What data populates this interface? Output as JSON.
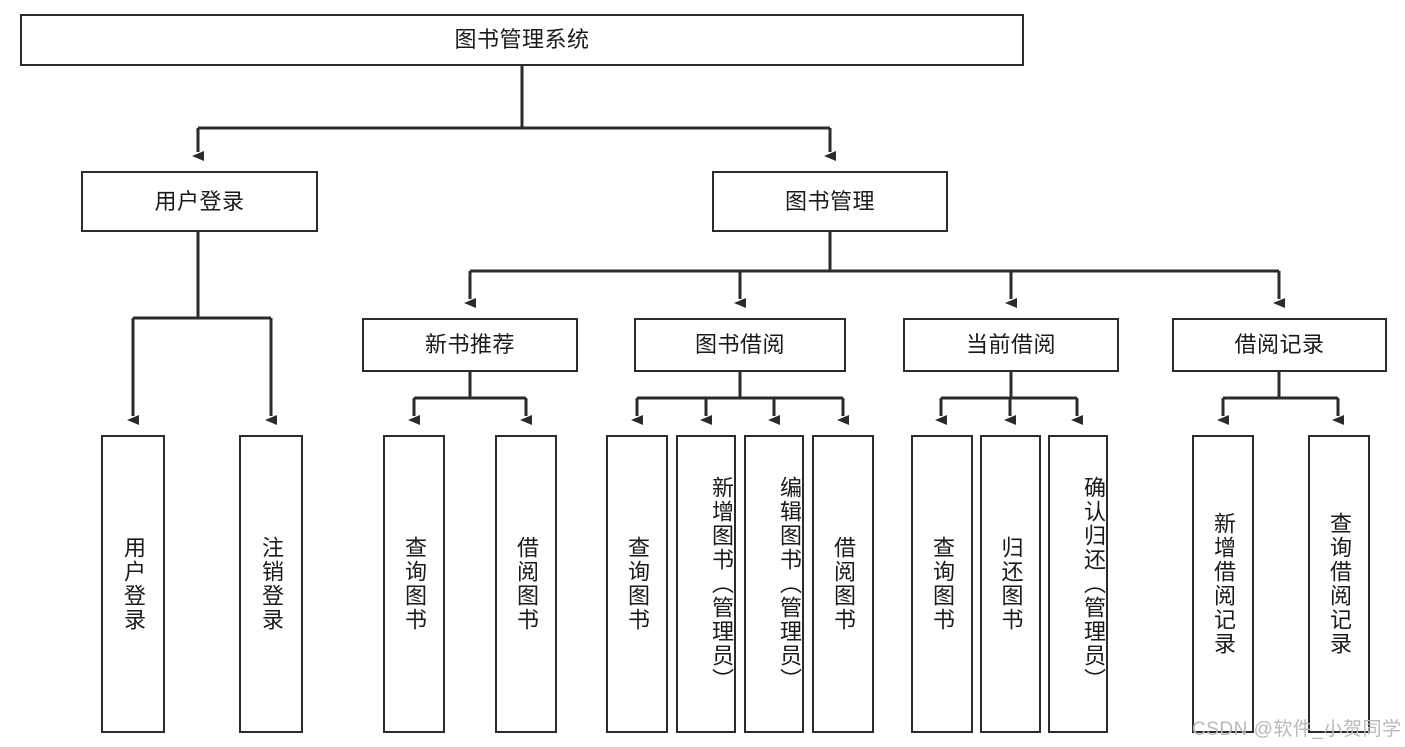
{
  "diagram": {
    "type": "tree",
    "title": "图书管理系统",
    "root": {
      "id": "root",
      "label": "图书管理系统"
    },
    "level2": [
      {
        "id": "user-login",
        "label": "用户登录"
      },
      {
        "id": "book-manage",
        "label": "图书管理"
      }
    ],
    "level3": [
      {
        "id": "new-book-rec",
        "label": "新书推荐"
      },
      {
        "id": "book-borrow",
        "label": "图书借阅"
      },
      {
        "id": "current-borrow",
        "label": "当前借阅"
      },
      {
        "id": "borrow-record",
        "label": "借阅记录"
      }
    ],
    "leaves": {
      "user_login": [
        {
          "id": "leaf-user-login",
          "label": "用户登录"
        },
        {
          "id": "leaf-logout",
          "label": "注销登录"
        }
      ],
      "new_book_rec": [
        {
          "id": "leaf-query-book-1",
          "label": "查询图书"
        },
        {
          "id": "leaf-borrow-book-1",
          "label": "借阅图书"
        }
      ],
      "book_borrow": [
        {
          "id": "leaf-query-book-2",
          "label": "查询图书"
        },
        {
          "id": "leaf-add-book",
          "label": "新增图书（管理员）"
        },
        {
          "id": "leaf-edit-book",
          "label": "编辑图书（管理员）"
        },
        {
          "id": "leaf-borrow-book-2",
          "label": "借阅图书"
        }
      ],
      "current_borrow": [
        {
          "id": "leaf-query-book-3",
          "label": "查询图书"
        },
        {
          "id": "leaf-return-book",
          "label": "归还图书"
        },
        {
          "id": "leaf-confirm-return",
          "label": "确认归还（管理员）"
        }
      ],
      "borrow_record": [
        {
          "id": "leaf-add-record",
          "label": "新增借阅记录"
        },
        {
          "id": "leaf-query-record",
          "label": "查询借阅记录"
        }
      ]
    }
  },
  "watermark": {
    "text": "CSDN @软件_小贺同学"
  },
  "colors": {
    "border": "#2b2b2b",
    "background": "#ffffff",
    "text": "#1a1a1a",
    "watermark": "#b9b9b9",
    "edge": "#2b2b2b"
  }
}
